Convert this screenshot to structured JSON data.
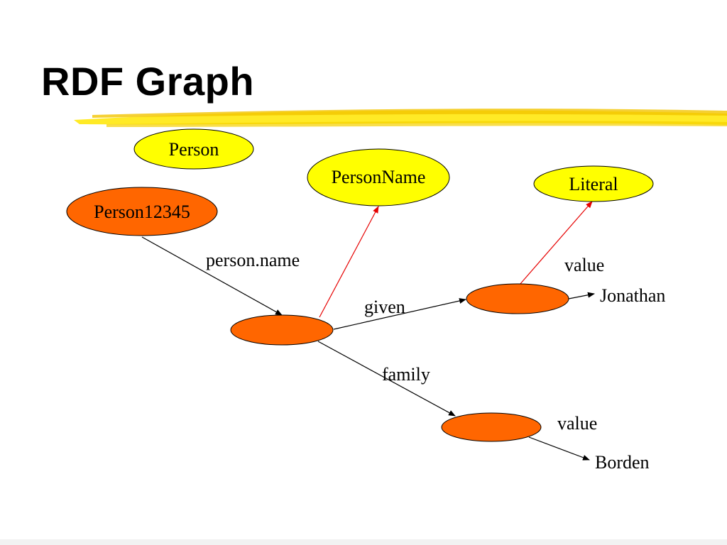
{
  "slide": {
    "title": "RDF Graph"
  },
  "colors": {
    "class_fill": "#ffff00",
    "instance_fill": "#ff6600",
    "highlight_stroke": "#e8c000",
    "type_edge": "#e60000",
    "property_edge": "#000000"
  },
  "nodes": {
    "person": "Person",
    "person_name": "PersonName",
    "literal": "Literal",
    "person12345": "Person12345",
    "jonathan": "Jonathan",
    "borden": "Borden"
  },
  "edges": {
    "person_name_prop": "person.name",
    "given": "given",
    "family": "family",
    "value_given": "value",
    "value_family": "value"
  }
}
